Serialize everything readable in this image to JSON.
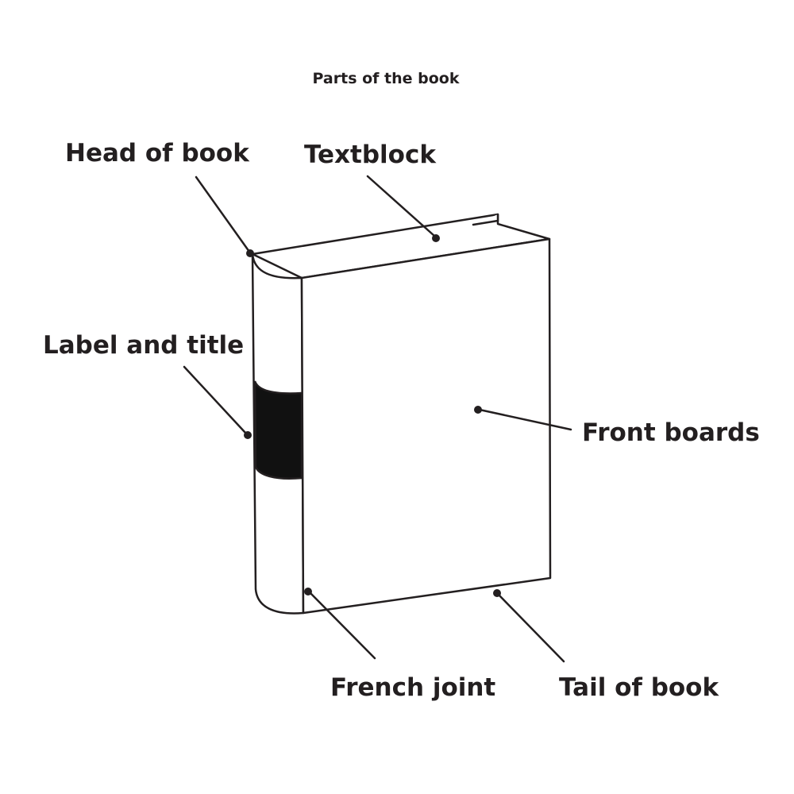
{
  "title": "Parts of the book",
  "labels": {
    "head_of_book": "Head of book",
    "textblock": "Textblock",
    "label_and_title": "Label and title",
    "front_boards": "Front boards",
    "french_joint": "French joint",
    "tail_of_book": "Tail of book"
  },
  "colors": {
    "ink": "#231f20",
    "background": "#ffffff",
    "label_patch": "#111111"
  }
}
